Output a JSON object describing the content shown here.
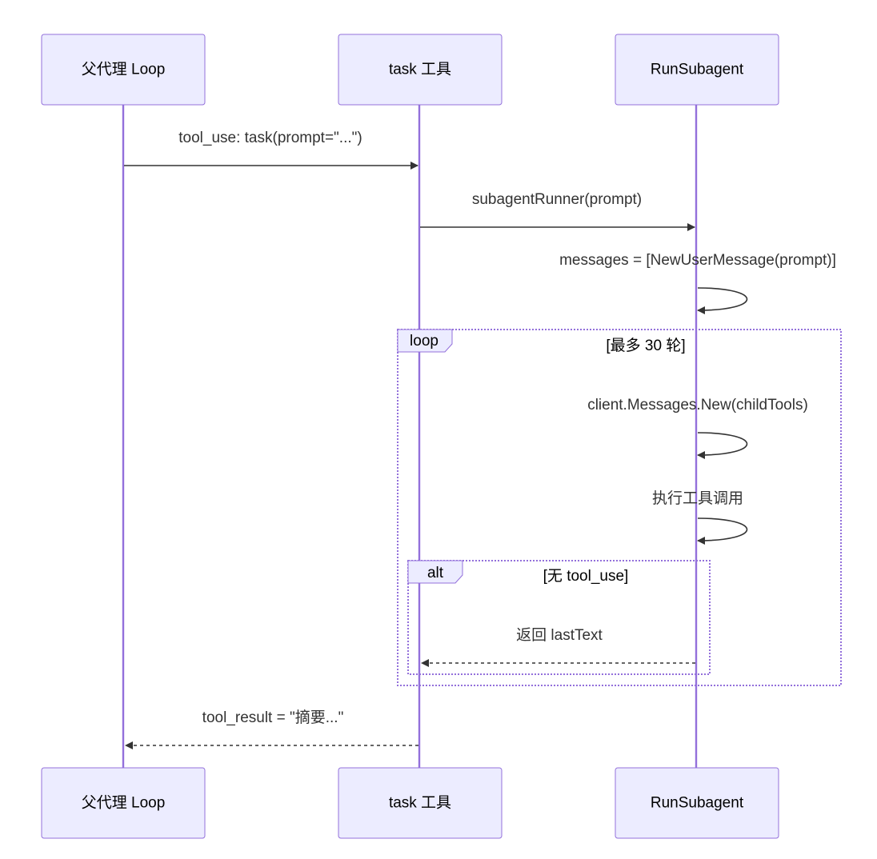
{
  "participants": {
    "parent": {
      "label": "父代理 Loop"
    },
    "task": {
      "label": "task 工具"
    },
    "runsub": {
      "label": "RunSubagent"
    }
  },
  "messages": {
    "m1": {
      "text": "tool_use: task(prompt=\"...\")",
      "style": "solid"
    },
    "m2": {
      "text": "subagentRunner(prompt)",
      "style": "solid"
    },
    "m3": {
      "text": "messages = [NewUserMessage(prompt)]",
      "style": "self"
    },
    "m4": {
      "text": "client.Messages.New(childTools)",
      "style": "self"
    },
    "m5": {
      "text": "执行工具调用",
      "style": "self"
    },
    "m6": {
      "text": "返回 lastText",
      "style": "dashed"
    },
    "m7": {
      "text": "tool_result = \"摘要...\"",
      "style": "dashed"
    }
  },
  "fragments": {
    "loop": {
      "keyword": "loop",
      "condition": "[最多 30 轮]"
    },
    "alt": {
      "keyword": "alt",
      "condition": "[无 tool_use]"
    }
  },
  "colors": {
    "actor_fill": "#ECECFF",
    "actor_border": "#9370DB",
    "lifeline": "#9370DB",
    "message": "#333333"
  }
}
